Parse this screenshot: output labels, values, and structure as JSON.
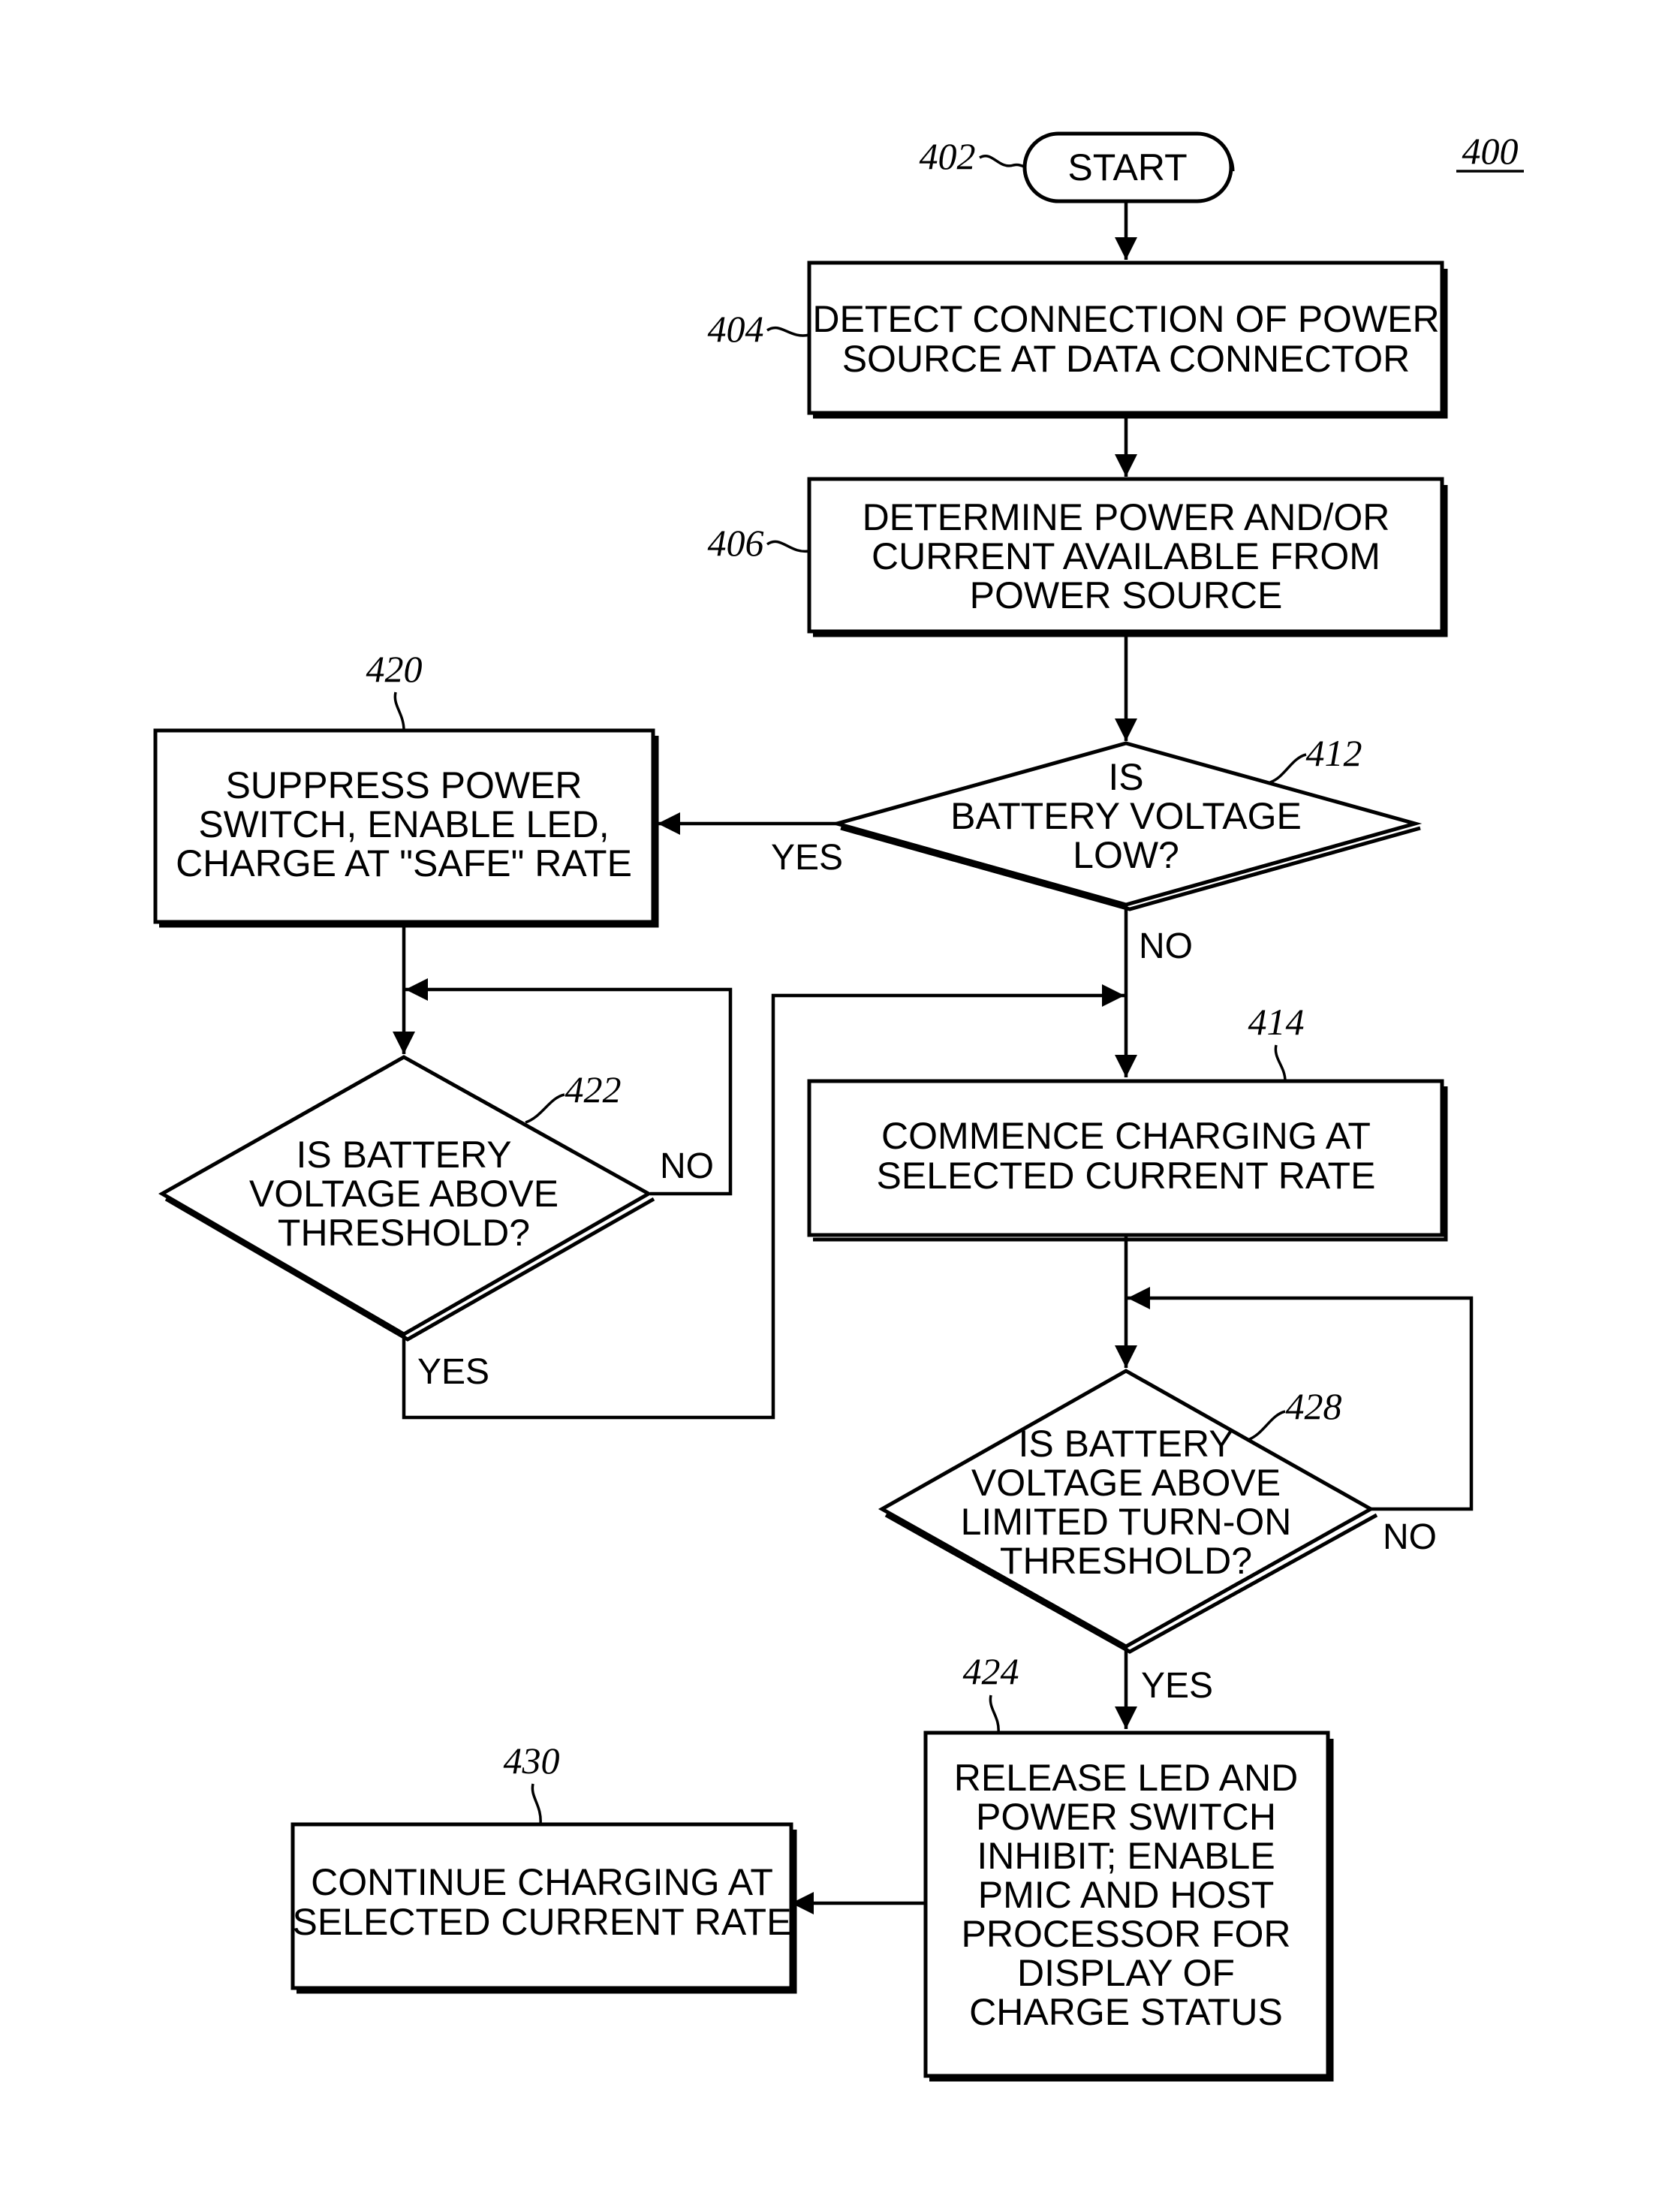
{
  "figure_ref": "400",
  "nodes": {
    "start": {
      "ref": "402",
      "lines": [
        "START"
      ]
    },
    "detect": {
      "ref": "404",
      "lines": [
        "DETECT CONNECTION OF POWER",
        "SOURCE AT DATA CONNECTOR"
      ]
    },
    "determine": {
      "ref": "406",
      "lines": [
        "DETERMINE POWER AND/OR",
        "CURRENT AVAILABLE FROM",
        "POWER SOURCE"
      ]
    },
    "battery_low": {
      "ref": "412",
      "lines": [
        "IS",
        "BATTERY VOLTAGE",
        "LOW?"
      ]
    },
    "commence": {
      "ref": "414",
      "lines": [
        "COMMENCE CHARGING AT",
        "SELECTED CURRENT RATE"
      ]
    },
    "suppress": {
      "ref": "420",
      "lines": [
        "SUPPRESS POWER",
        "SWITCH, ENABLE LED,",
        "CHARGE AT \"SAFE\" RATE"
      ]
    },
    "above_threshold": {
      "ref": "422",
      "lines": [
        "IS BATTERY",
        "VOLTAGE ABOVE",
        "THRESHOLD?"
      ]
    },
    "release": {
      "ref": "424",
      "lines": [
        "RELEASE LED AND",
        "POWER SWITCH",
        "INHIBIT; ENABLE",
        "PMIC AND HOST",
        "PROCESSOR FOR",
        "DISPLAY OF",
        "CHARGE STATUS"
      ]
    },
    "turn_on": {
      "ref": "428",
      "lines": [
        "IS BATTERY",
        "VOLTAGE ABOVE",
        "LIMITED TURN-ON",
        "THRESHOLD?"
      ]
    },
    "continue": {
      "ref": "430",
      "lines": [
        "CONTINUE CHARGING AT",
        "SELECTED CURRENT RATE"
      ]
    }
  },
  "edge_labels": {
    "low_yes": "YES",
    "low_no": "NO",
    "threshold_no": "NO",
    "threshold_yes": "YES",
    "turn_on_no": "NO",
    "turn_on_yes": "YES"
  }
}
